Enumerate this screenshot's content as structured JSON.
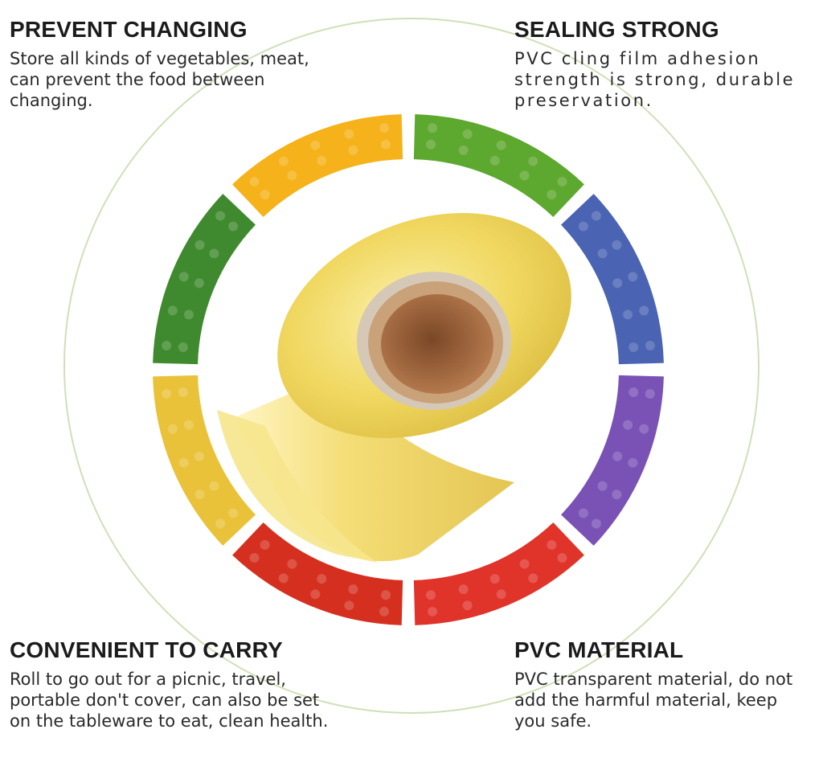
{
  "features": {
    "prevent": {
      "title": "PREVENT CHANGING",
      "description": "Store all kinds of vegetables, meat, can prevent the food between changing."
    },
    "sealing": {
      "title": "SEALING STRONG",
      "description": "PVC cling film adhesion strength is strong, durable preservation."
    },
    "carry": {
      "title": "CONVENIENT TO CARRY",
      "description": "Roll to go out for a picnic, travel, portable don't cover, can also be set on the tableware to eat, clean health."
    },
    "material": {
      "title": "PVC MATERIAL",
      "description": "PVC transparent material, do not add the harmful material, keep you safe."
    }
  },
  "segments": [
    {
      "icon": "orange-slice-icon",
      "color": "#f5b21a"
    },
    {
      "icon": "lettuce-icon",
      "color": "#5da82e"
    },
    {
      "icon": "blueberries-icon",
      "color": "#4a63b3"
    },
    {
      "icon": "grapes-icon",
      "color": "#7a52b6"
    },
    {
      "icon": "strawberries-icon",
      "color": "#e0332a"
    },
    {
      "icon": "red-pepper-icon",
      "color": "#d5301f"
    },
    {
      "icon": "corn-icon",
      "color": "#e9c23a"
    },
    {
      "icon": "vegetables-icon",
      "color": "#3f8a2e"
    }
  ],
  "colors": {
    "ring": "#cfe0b8",
    "film": "#f2dd6a",
    "core": "#b58258"
  }
}
